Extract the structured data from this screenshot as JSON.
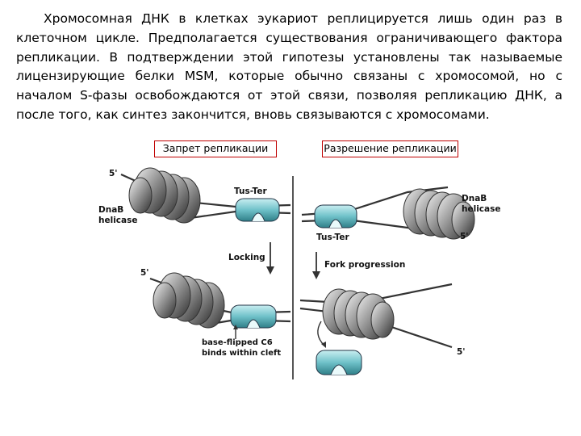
{
  "paragraph": "Хромосомная ДНК в клетках эукариот реплицируется лишь один раз в клеточном цикле. Предполагается существования ограничивающего фактора репликации. В подтверждении этой гипотезы установлены так называемые лицензирующие белки MSM, которые обычно связаны с хромосомой, но с началом S-фазы освобождаются от этой связи, позволяя репликацию ДНК, а после того, как синтез закончится, вновь связываются с хромосомами.",
  "boxes": {
    "left": "Запрет репликации",
    "right": "Разрешение репликации"
  },
  "figure": {
    "left": {
      "five_prime_top": "5'",
      "helicase_line1": "DnaB",
      "helicase_line2": "helicase",
      "tus_ter": "Tus-Ter",
      "step": "Locking",
      "five_prime_bottom": "5'",
      "annotation_line1": "base-flipped C6",
      "annotation_line2": "binds within cleft"
    },
    "right": {
      "helicase_line1": "DnaB",
      "helicase_line2": "helicase",
      "tus_ter": "Tus-Ter",
      "five_prime_top": "5'",
      "step": "Fork progression",
      "five_prime_bottom": "5'"
    }
  },
  "colors": {
    "box_border": "#c00000",
    "helicase": "#8a8a8a",
    "tus_protein": "#6fc1c9"
  }
}
